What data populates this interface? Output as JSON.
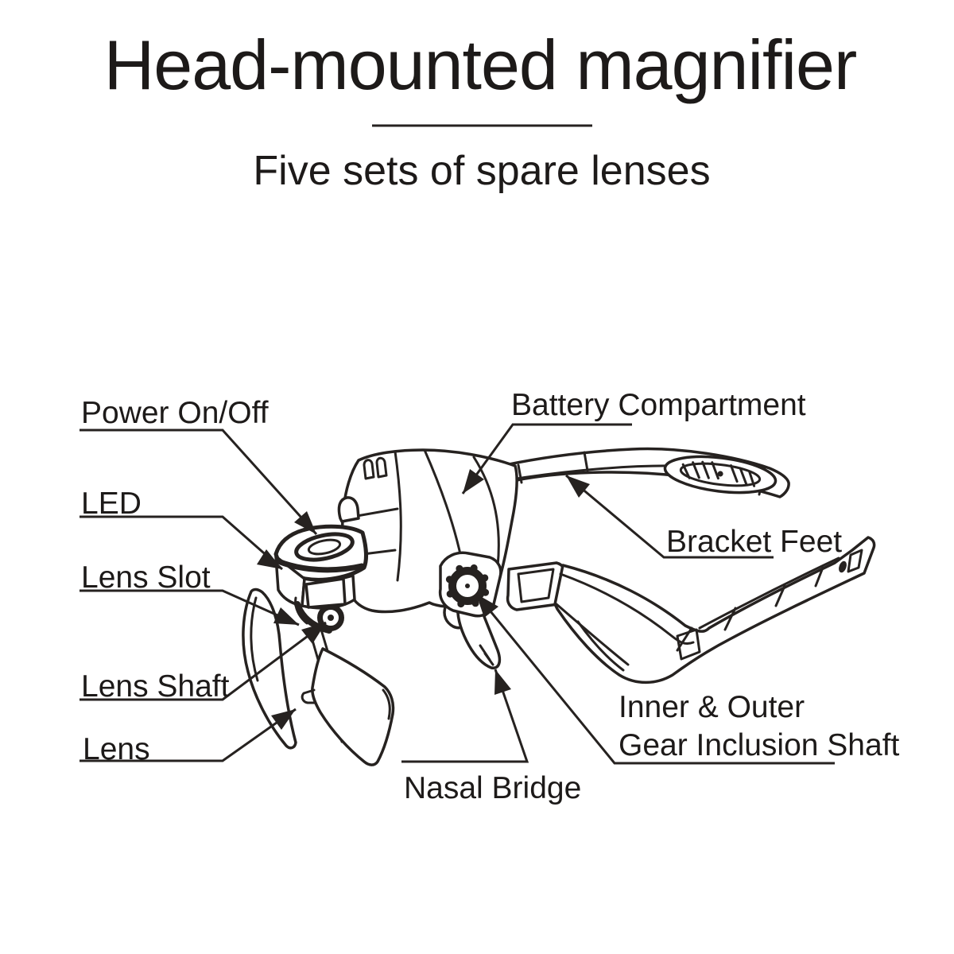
{
  "page": {
    "background": "#ffffff",
    "ink_color": "#262220",
    "text_color": "#1d1a19"
  },
  "header": {
    "title": "Head-mounted magnifier",
    "subtitle": "Five sets of spare lenses"
  },
  "callouts": {
    "power": {
      "label": "Power On/Off"
    },
    "led": {
      "label": "LED"
    },
    "lens_slot": {
      "label": "Lens Slot"
    },
    "lens_shaft": {
      "label": "Lens Shaft"
    },
    "lens": {
      "label": "Lens"
    },
    "battery": {
      "label": "Battery Compartment"
    },
    "bracket_feet": {
      "label": "Bracket Feet"
    },
    "gear_shaft": {
      "line1": "Inner & Outer",
      "line2": "Gear Inclusion Shaft"
    },
    "nasal_bridge": {
      "label": "Nasal Bridge"
    }
  }
}
